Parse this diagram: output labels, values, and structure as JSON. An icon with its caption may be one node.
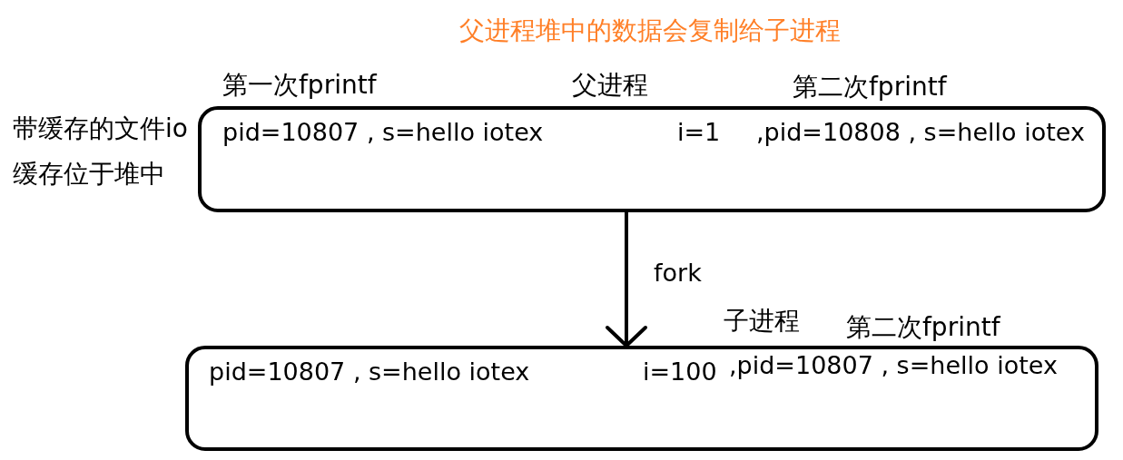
{
  "diagram": {
    "title": "父进程堆中的数据会复制给子进程",
    "nodes": [
      {
        "text": [
          "第一次fprintf",
          "父进程",
          "第二次fprintf",
          "pid=10807 , s=hello iotex",
          "i=1",
          ",pid=10808 , s=hello iotex"
        ]
      },
      {
        "text": [
          "子进程",
          "第二次fprintf",
          "pid=10807 , s=hello iotex",
          "i=100",
          ",pid=10807 , s=hello iotex"
        ]
      }
    ],
    "edges": [
      {
        "from": 0,
        "to": 1,
        "arrow": "to",
        "label": "fork"
      }
    ],
    "labels": [
      "带缓存的文件io",
      "缓存位于堆中"
    ]
  }
}
